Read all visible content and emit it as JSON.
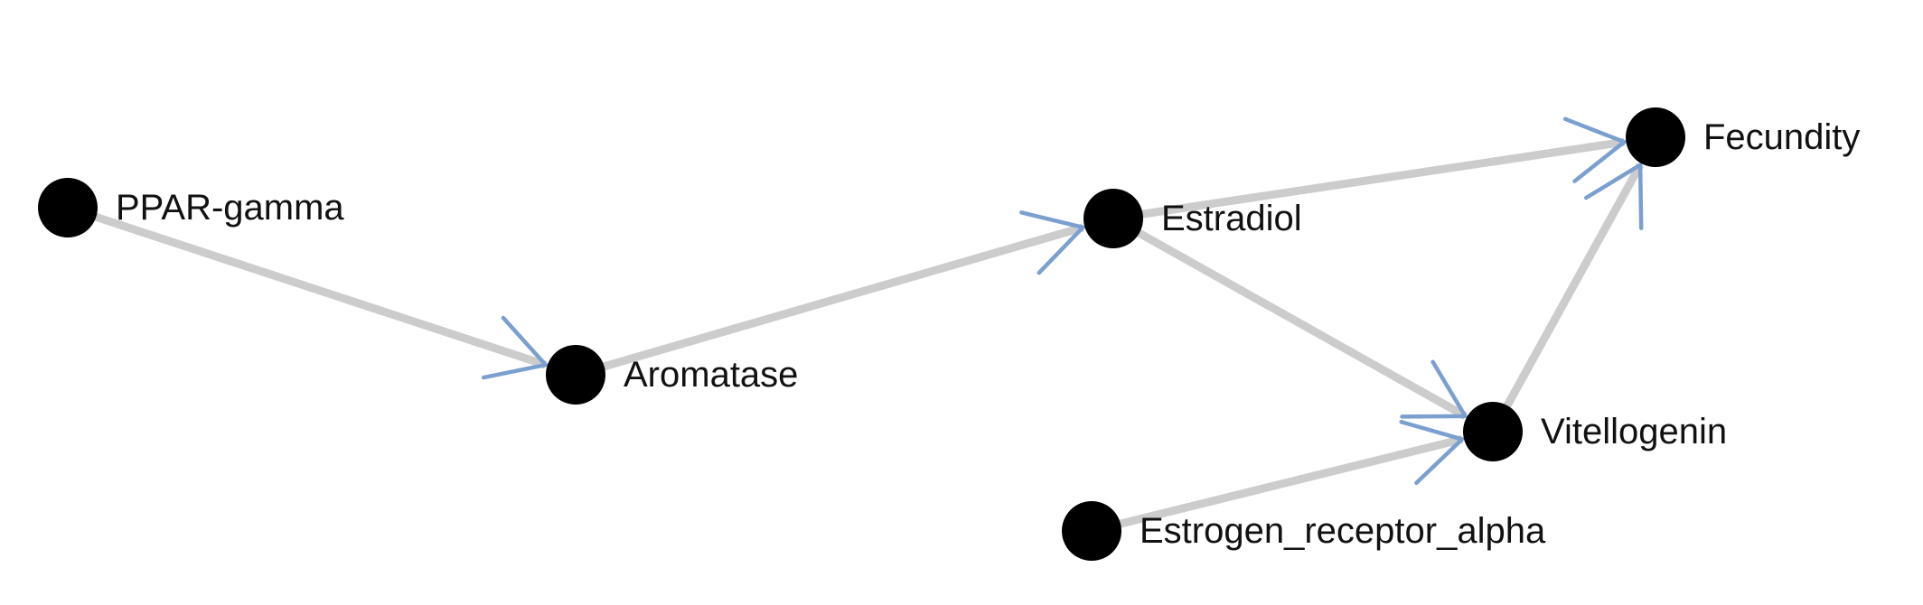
{
  "diagram": {
    "type": "directed-network",
    "colors": {
      "background": "#ffffff",
      "edge": "#cccccc",
      "arrow": "#7b9fcf",
      "node": "#000000",
      "label": "#111111"
    },
    "nodes": [
      {
        "id": "ppar",
        "label": "PPAR-gamma"
      },
      {
        "id": "aromatase",
        "label": "Aromatase"
      },
      {
        "id": "estradiol",
        "label": "Estradiol"
      },
      {
        "id": "fecundity",
        "label": "Fecundity"
      },
      {
        "id": "vitellogenin",
        "label": "Vitellogenin"
      },
      {
        "id": "era",
        "label": "Estrogen_receptor_alpha"
      }
    ],
    "edges": [
      {
        "from": "ppar",
        "to": "aromatase"
      },
      {
        "from": "aromatase",
        "to": "estradiol"
      },
      {
        "from": "estradiol",
        "to": "fecundity"
      },
      {
        "from": "estradiol",
        "to": "vitellogenin"
      },
      {
        "from": "vitellogenin",
        "to": "fecundity"
      },
      {
        "from": "era",
        "to": "vitellogenin"
      }
    ]
  }
}
